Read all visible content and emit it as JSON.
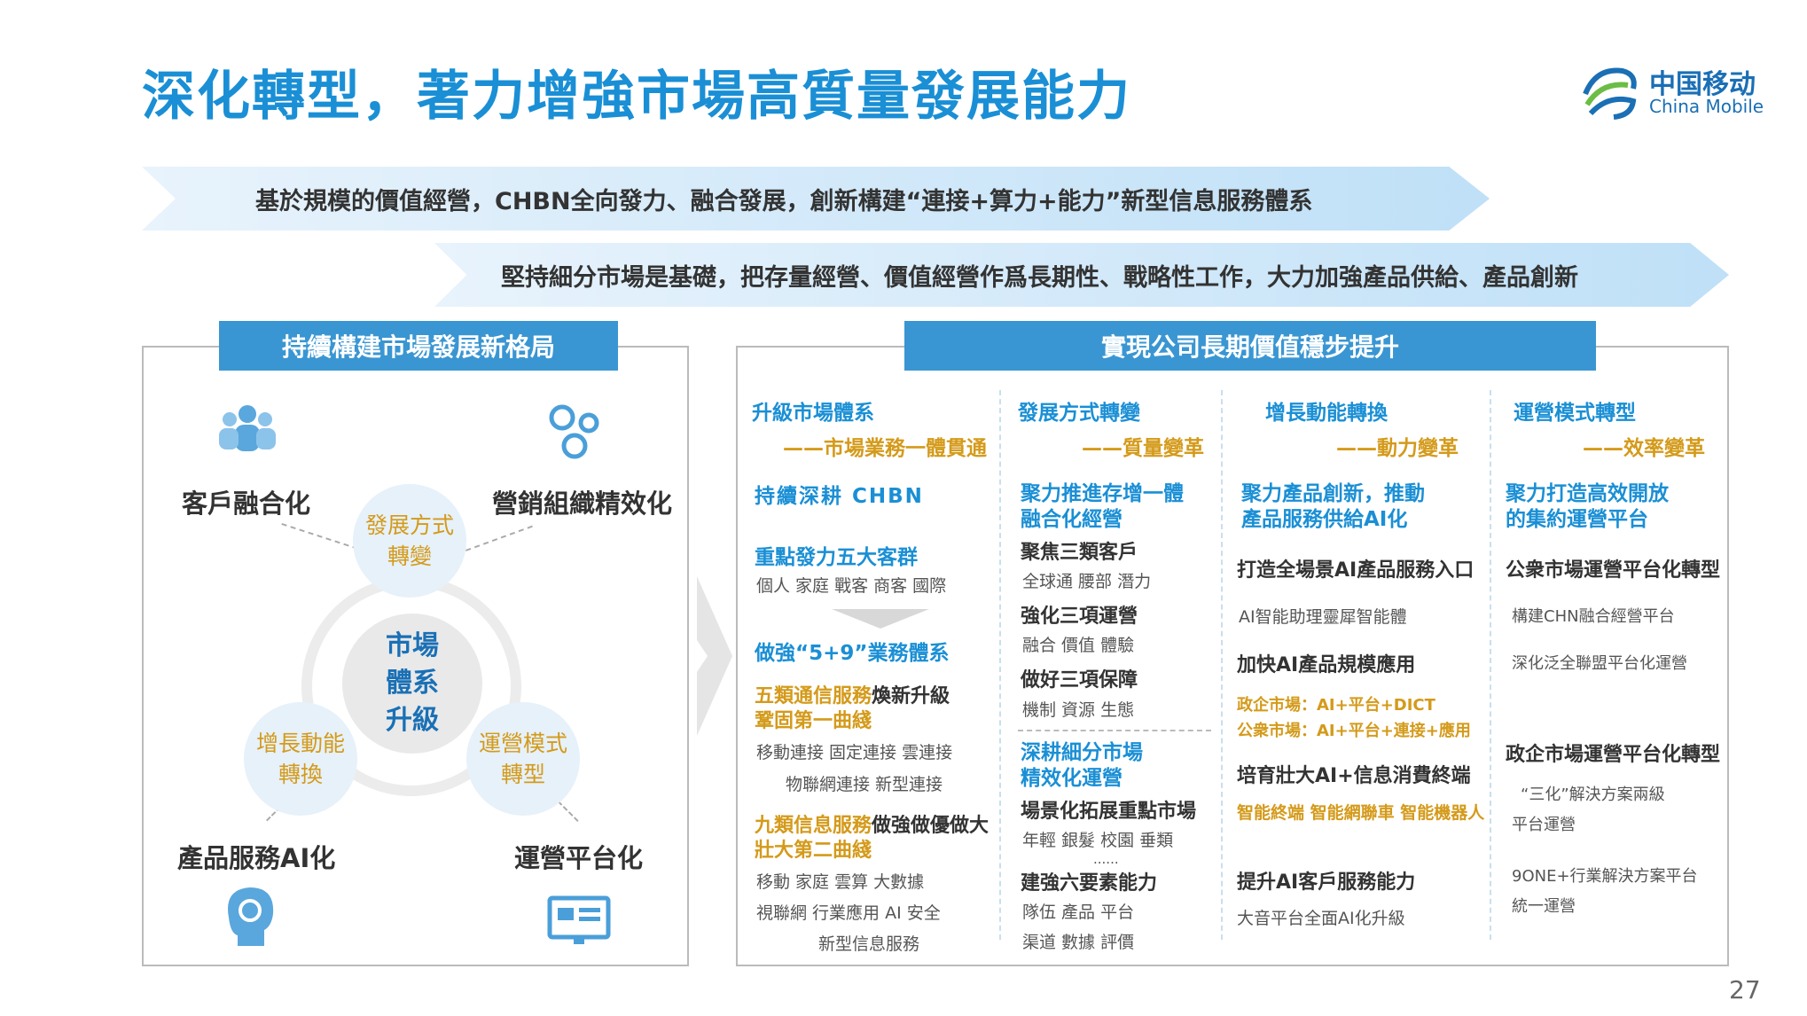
{
  "title": "深化轉型，著力增強市場高質量發展能力",
  "logo": {
    "cn": "中国移动",
    "en": "China Mobile",
    "color": "#1a6fb5"
  },
  "banner1": "基於規模的價值經營，CHBN全向發力、融合發展，創新構建“連接+算力+能力”新型信息服務體系",
  "banner2": "堅持細分市場是基礎，把存量經營、價值經營作爲長期性、戰略性工作，大力加強產品供給、產品創新",
  "left": {
    "header": "持續構建市場發展新格局",
    "corners": {
      "tl": "客戶融合化",
      "tr": "營銷組織精效化",
      "bl": "產品服務AI化",
      "br": "運營平台化"
    },
    "circles": {
      "top": "發展方式\n轉變",
      "left": "增長動能\n轉換",
      "right": "運營模式\n轉型",
      "center": "市場\n體系\n升級"
    },
    "icons": [
      "people-icon",
      "molecule-icon",
      "ai-head-icon",
      "screen-icon"
    ]
  },
  "right": {
    "header": "實現公司長期價值穩步提升",
    "col1": {
      "title": "升級市場體系",
      "subtitle": "——市場業務一體貫通",
      "t1": "持續深耕 CHBN",
      "t2": "重點發力五大客群",
      "g2": "個人  家庭  戰客  商客  國際",
      "t3": "做強“5+9”業務體系",
      "t4a": "五類通信服務",
      "t4b": "煥新升級",
      "t4c": "鞏固第一曲綫",
      "g4a": "移動連接    固定連接    雲連接",
      "g4b": "物聯網連接     新型連接",
      "t5a": "九類信息服務",
      "t5b": "做強做優做大",
      "t5c": "壯大第二曲綫",
      "g5a": "移動      家庭      雲算     大數據",
      "g5b": "視聯網     行業應用     AI     安全",
      "g5c": "新型信息服務"
    },
    "col2": {
      "title": "發展方式轉變",
      "subtitle": "——質量變革",
      "t1": "聚力推進存增一體\n融合化經營",
      "d1": "聚焦三類客戶",
      "g1": "全球通  腰部  潛力",
      "d2": "強化三項運營",
      "g2": "融合  價值  體驗",
      "d3": "做好三項保障",
      "g3": "機制  資源  生態",
      "t2": "深耕細分市場\n精效化運營",
      "d4": "場景化拓展重點市場",
      "g4": "年輕   銀髮  校園   垂類",
      "g4b": "......",
      "d5": "建強六要素能力",
      "g5a": "隊伍  產品  平台",
      "g5b": "渠道  數據  評價"
    },
    "col3": {
      "title": "增長動能轉換",
      "subtitle": "——動力變革",
      "t1": "聚力產品創新，推動\n產品服務供給AI化",
      "d1": "打造全場景AI產品服務入口",
      "g1": "AI智能助理靈犀智能體",
      "d2": "加快AI產品規模應用",
      "o1": "政企市場：AI+平台+DICT",
      "o2": "公衆市場：AI+平台+連接+應用",
      "d3": "培育壯大AI+信息消費終端",
      "o3": "智能終端  智能網聯車  智能機器人",
      "d4": "提升AI客戶服務能力",
      "g4": "大音平台全面AI化升級"
    },
    "col4": {
      "title": "運營模式轉型",
      "subtitle": "——效率變革",
      "t1": "聚力打造高效開放\n的集約運營平台",
      "d1": "公衆市場運營平台化轉型",
      "g1": "構建CHN融合經營平台",
      "g2": "深化泛全聯盟平台化運營",
      "d2": "政企市場運營平台化轉型",
      "g3": "“三化”解決方案兩級",
      "g3b": "平台運營",
      "g4": "9ONE+行業解決方案平台",
      "g4b": "統一運營"
    }
  },
  "page": "27",
  "colors": {
    "accent": "#1a8fd5",
    "gold": "#d49a1a",
    "header": "#3a96d2"
  }
}
